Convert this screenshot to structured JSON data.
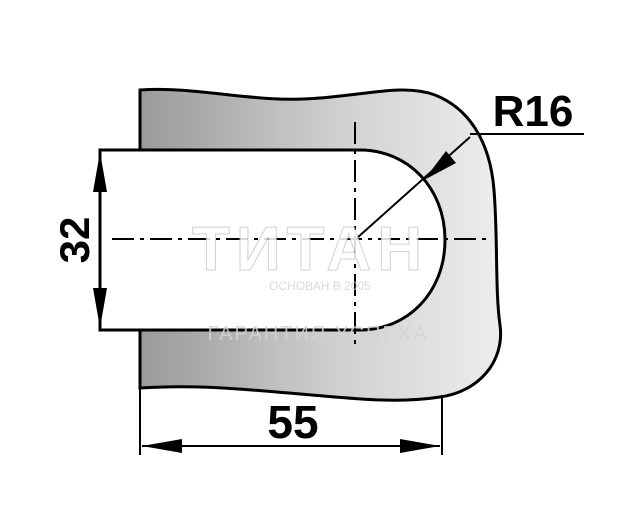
{
  "drawing": {
    "dimensions": {
      "height_label": "32",
      "width_label": "55",
      "radius_label": "R16"
    },
    "watermark": {
      "brand": "ТИТАН",
      "founded": "ОСНОВАН В 2005",
      "slogan": "ГАРАНТИЯ УСПЕХА"
    },
    "colors": {
      "part_fill_light": "#e6e6e6",
      "part_fill_dark": "#9a9a9a",
      "outline": "#000000",
      "background": "#ffffff"
    }
  }
}
